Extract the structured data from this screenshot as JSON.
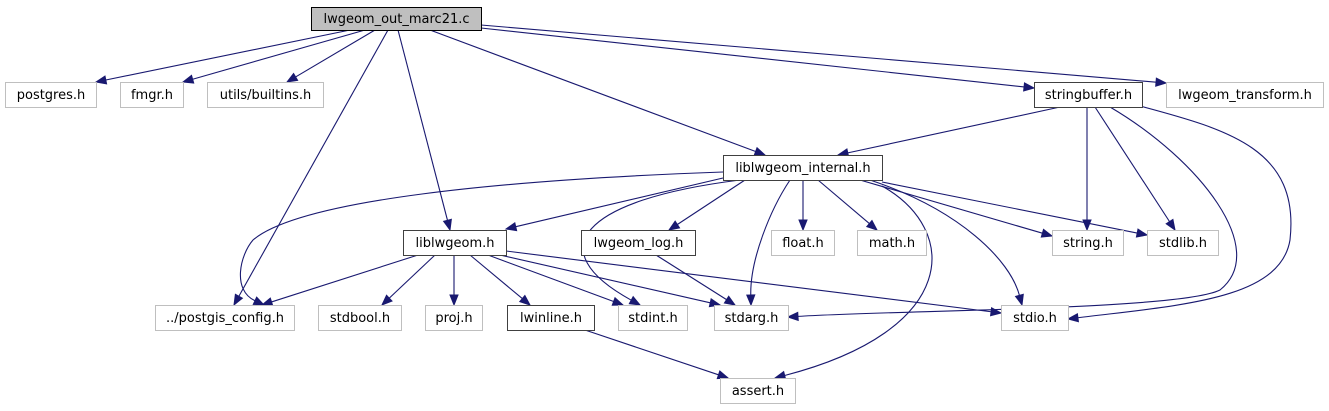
{
  "title": "lwgeom_out_marc21.c include dependency graph",
  "colors": {
    "edge": "#191970",
    "root_fill": "#bfbfbf",
    "documented_border": "#404040",
    "external_border": "#bfbfbf"
  },
  "nodes": [
    {
      "id": "root",
      "label": "lwgeom_out_marc21.c",
      "kind": "root"
    },
    {
      "id": "postgres_h",
      "label": "postgres.h",
      "kind": "external"
    },
    {
      "id": "fmgr_h",
      "label": "fmgr.h",
      "kind": "external"
    },
    {
      "id": "utils_builtins_h",
      "label": "utils/builtins.h",
      "kind": "external"
    },
    {
      "id": "stringbuffer_h",
      "label": "stringbuffer.h",
      "kind": "documented"
    },
    {
      "id": "lwgeom_transform_h",
      "label": "lwgeom_transform.h",
      "kind": "external"
    },
    {
      "id": "liblwgeom_internal_h",
      "label": "liblwgeom_internal.h",
      "kind": "documented"
    },
    {
      "id": "liblwgeom_h",
      "label": "liblwgeom.h",
      "kind": "documented"
    },
    {
      "id": "lwgeom_log_h",
      "label": "lwgeom_log.h",
      "kind": "documented"
    },
    {
      "id": "float_h",
      "label": "float.h",
      "kind": "external"
    },
    {
      "id": "math_h",
      "label": "math.h",
      "kind": "external"
    },
    {
      "id": "string_h",
      "label": "string.h",
      "kind": "external"
    },
    {
      "id": "stdlib_h",
      "label": "stdlib.h",
      "kind": "external"
    },
    {
      "id": "postgis_config_h",
      "label": "../postgis_config.h",
      "kind": "external"
    },
    {
      "id": "stdbool_h",
      "label": "stdbool.h",
      "kind": "external"
    },
    {
      "id": "proj_h",
      "label": "proj.h",
      "kind": "external"
    },
    {
      "id": "lwinline_h",
      "label": "lwinline.h",
      "kind": "documented"
    },
    {
      "id": "stdint_h",
      "label": "stdint.h",
      "kind": "external"
    },
    {
      "id": "stdarg_h",
      "label": "stdarg.h",
      "kind": "external"
    },
    {
      "id": "stdio_h",
      "label": "stdio.h",
      "kind": "external"
    },
    {
      "id": "assert_h",
      "label": "assert.h",
      "kind": "external"
    }
  ],
  "edges": [
    {
      "from": "root",
      "to": "postgres_h"
    },
    {
      "from": "root",
      "to": "fmgr_h"
    },
    {
      "from": "root",
      "to": "utils_builtins_h"
    },
    {
      "from": "root",
      "to": "postgis_config_h"
    },
    {
      "from": "root",
      "to": "liblwgeom_h"
    },
    {
      "from": "root",
      "to": "liblwgeom_internal_h"
    },
    {
      "from": "root",
      "to": "stringbuffer_h"
    },
    {
      "from": "root",
      "to": "lwgeom_transform_h"
    },
    {
      "from": "stringbuffer_h",
      "to": "liblwgeom_internal_h"
    },
    {
      "from": "stringbuffer_h",
      "to": "string_h"
    },
    {
      "from": "stringbuffer_h",
      "to": "stdlib_h"
    },
    {
      "from": "stringbuffer_h",
      "to": "stdarg_h"
    },
    {
      "from": "stringbuffer_h",
      "to": "stdio_h"
    },
    {
      "from": "liblwgeom_internal_h",
      "to": "postgis_config_h"
    },
    {
      "from": "liblwgeom_internal_h",
      "to": "liblwgeom_h"
    },
    {
      "from": "liblwgeom_internal_h",
      "to": "lwgeom_log_h"
    },
    {
      "from": "liblwgeom_internal_h",
      "to": "stdint_h"
    },
    {
      "from": "liblwgeom_internal_h",
      "to": "stdarg_h"
    },
    {
      "from": "liblwgeom_internal_h",
      "to": "float_h"
    },
    {
      "from": "liblwgeom_internal_h",
      "to": "math_h"
    },
    {
      "from": "liblwgeom_internal_h",
      "to": "string_h"
    },
    {
      "from": "liblwgeom_internal_h",
      "to": "stdlib_h"
    },
    {
      "from": "liblwgeom_internal_h",
      "to": "stdio_h"
    },
    {
      "from": "liblwgeom_internal_h",
      "to": "assert_h"
    },
    {
      "from": "liblwgeom_h",
      "to": "postgis_config_h"
    },
    {
      "from": "liblwgeom_h",
      "to": "stdbool_h"
    },
    {
      "from": "liblwgeom_h",
      "to": "proj_h"
    },
    {
      "from": "liblwgeom_h",
      "to": "lwinline_h"
    },
    {
      "from": "liblwgeom_h",
      "to": "stdint_h"
    },
    {
      "from": "liblwgeom_h",
      "to": "stdarg_h"
    },
    {
      "from": "liblwgeom_h",
      "to": "stdio_h"
    },
    {
      "from": "lwgeom_log_h",
      "to": "stdarg_h"
    },
    {
      "from": "lwinline_h",
      "to": "assert_h"
    }
  ]
}
